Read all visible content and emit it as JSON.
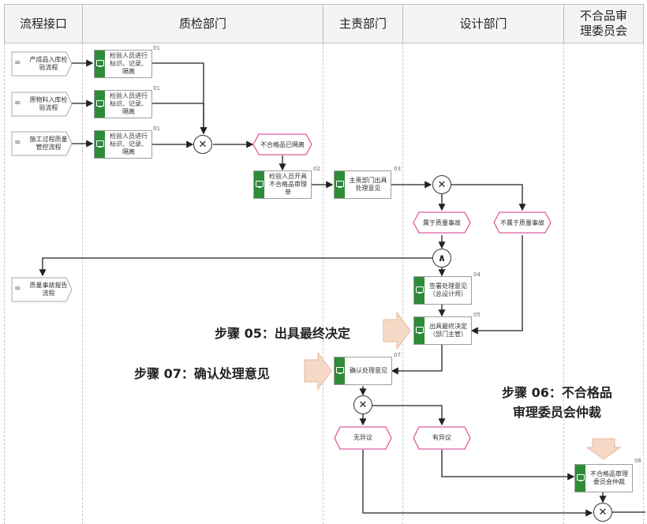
{
  "lanes": [
    {
      "label": "流程接口"
    },
    {
      "label": "质检部门"
    },
    {
      "label": "主责部门"
    },
    {
      "label": "设计部门"
    },
    {
      "label": "不合品审理委员会"
    }
  ],
  "interfaces": [
    {
      "label": "产成品入库检验流程"
    },
    {
      "label": "原物料入库检验流程"
    },
    {
      "label": "施工过程质量管控流程"
    },
    {
      "label": "质量事故报告流程"
    }
  ],
  "tasks": [
    {
      "label": "检验人员进行标识、记录、隔离",
      "step": "01"
    },
    {
      "label": "检验人员进行标识、记录、隔离",
      "step": "01"
    },
    {
      "label": "检验人员进行标识、记录、隔离",
      "step": "01"
    },
    {
      "label": "检验人员开具不合格品审理单",
      "step": "02"
    },
    {
      "label": "主责部门出具处理意见",
      "step": "03"
    },
    {
      "label": "签署处理意见（总设计师）",
      "step": "04"
    },
    {
      "label": "出具最终决定（部门主管）",
      "step": "05"
    },
    {
      "label": "确认处理意见",
      "step": "07"
    },
    {
      "label": "不合格品审理委员会仲裁",
      "step": "06"
    }
  ],
  "events": [
    {
      "label": "不合格品已隔离"
    },
    {
      "label": "属于质量事故"
    },
    {
      "label": "不属于质量事故"
    },
    {
      "label": "无异议"
    },
    {
      "label": "有异议"
    }
  ],
  "gateways": [
    {
      "symbol": "✕"
    },
    {
      "symbol": "✕"
    },
    {
      "symbol": "∧"
    },
    {
      "symbol": "✕"
    },
    {
      "symbol": "✕"
    }
  ],
  "callouts": {
    "step05": "步骤 05：出具最终决定",
    "step07": "步骤 07：确认处理意见",
    "step06_line1": "步骤 06：不合格品",
    "step06_line2": "审理委员会仲裁"
  },
  "colors": {
    "task_bar": "#2e8b37",
    "event_border": "#d63384",
    "interface_border": "#9e9e9e",
    "callout_arrow": "#f6d8c6"
  }
}
